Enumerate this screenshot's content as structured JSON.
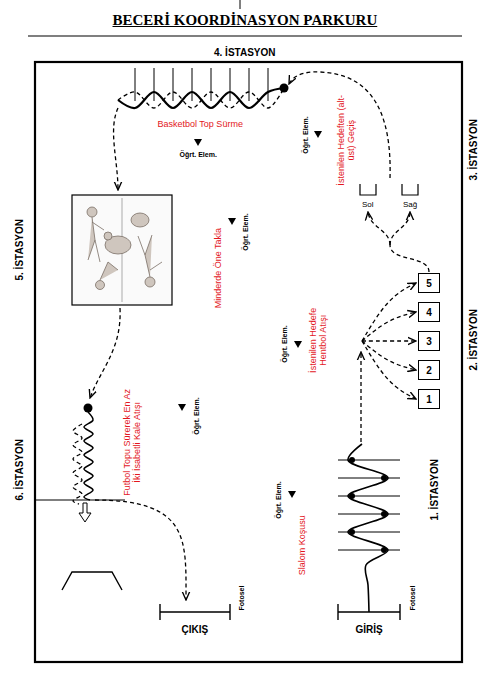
{
  "diagram": {
    "title": "BECERİ KOORDİNASYON PARKURU",
    "nodes": [
      {
        "text": [
          "5"
        ]
      },
      {
        "text": [
          "4"
        ]
      },
      {
        "text": [
          "3"
        ]
      },
      {
        "text": [
          "2"
        ]
      },
      {
        "text": [
          "1"
        ]
      }
    ],
    "labels": [
      "4. İSTASYON",
      "Basketbol Top Sürme",
      "Öğrt. Elem.",
      "Öğrt. Elem.",
      "İstenilen Hedeften (alt-üst) Geçiş",
      "3. İSTASYON",
      "Sol",
      "Sağ",
      "5. İSTASYON",
      "Öğrt. Elem.",
      "Minderde Öne Takla",
      "2. İSTASYON",
      "Öğrt. Elem.",
      "İstenilen Hedefe Hentbol Atışı",
      "Futbol Topu Sürerek En Az İki İsabetli Kale Atışı",
      "Öğrt. Elem.",
      "6. İSTASYON",
      "Öğrt. Elem.",
      "Slalom Koşusu",
      "1. İSTASYON",
      "Fotosel",
      "ÇIKIŞ",
      "Fotosel",
      "GİRİŞ"
    ]
  }
}
